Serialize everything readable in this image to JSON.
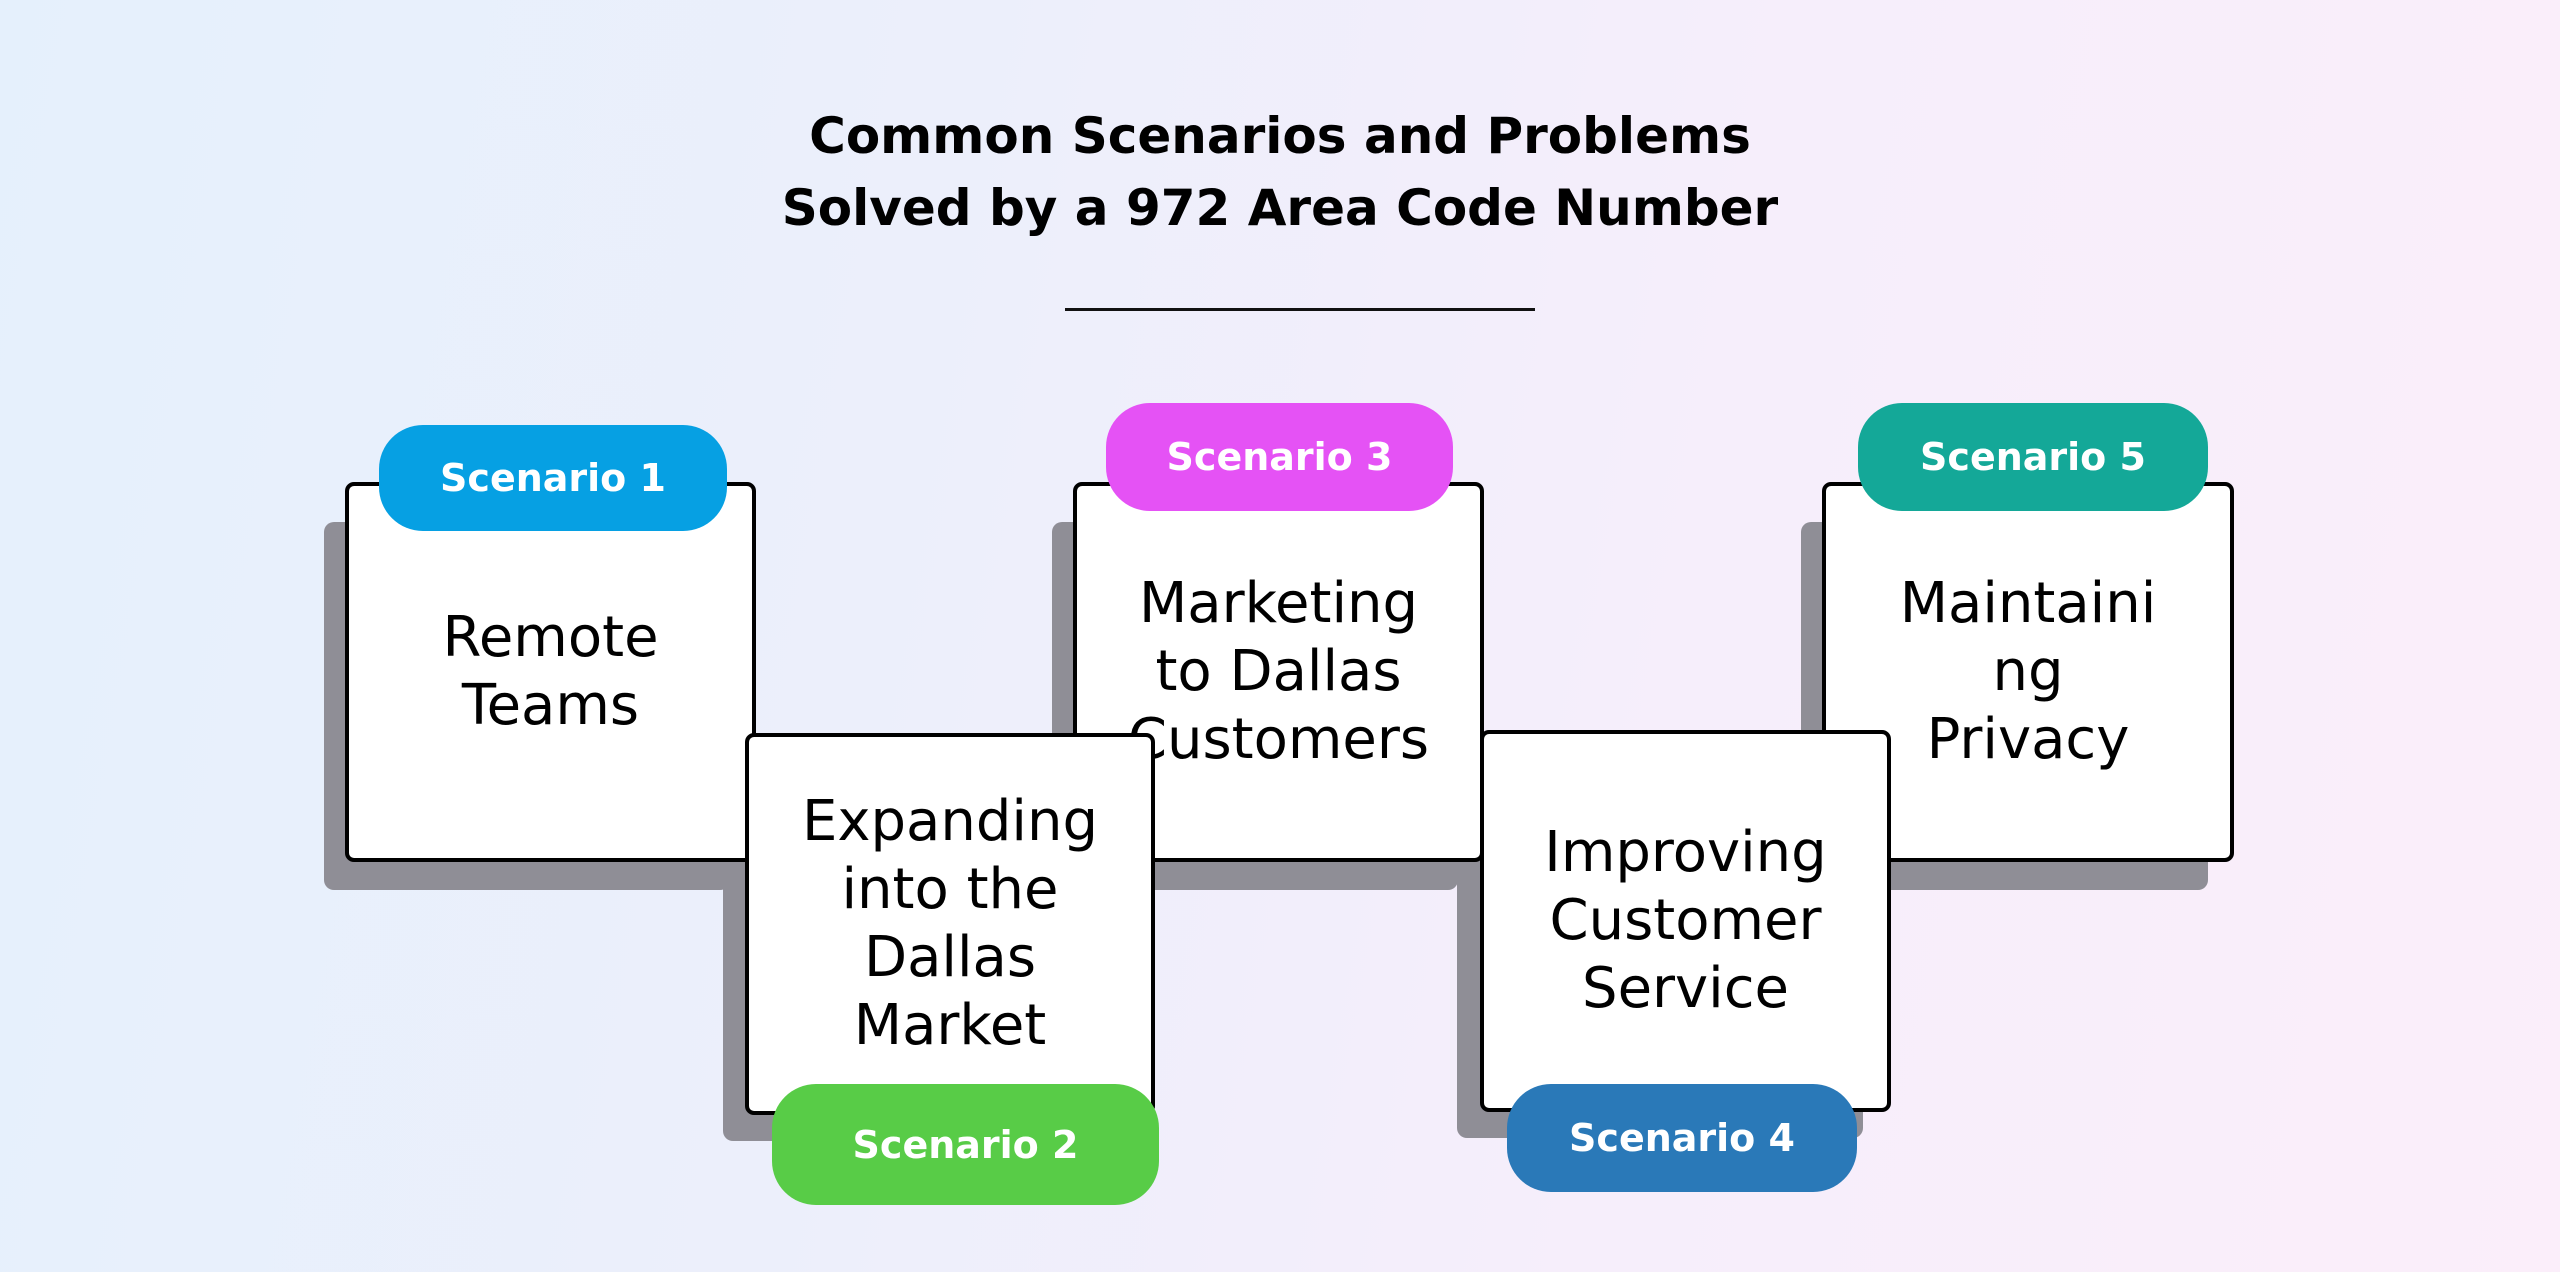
{
  "title": {
    "line1": "Common Scenarios and Problems",
    "line2": "Solved by a 972 Area Code Number"
  },
  "scenarios": [
    {
      "badge": "Scenario 1",
      "color": "#06a0e3",
      "lines": [
        "Remote",
        "Teams"
      ]
    },
    {
      "badge": "Scenario 2",
      "color": "#58cc47",
      "lines": [
        "Expanding",
        "into the",
        "Dallas",
        "Market"
      ]
    },
    {
      "badge": "Scenario 3",
      "color": "#e552f5",
      "lines": [
        "Marketing",
        "to Dallas",
        "Customers"
      ]
    },
    {
      "badge": "Scenario 4",
      "color": "#2a79b8",
      "lines": [
        "Improving",
        "Customer",
        "Service"
      ]
    },
    {
      "badge": "Scenario 5",
      "color": "#14a898",
      "lines": [
        "Maintaini",
        "ng",
        "Privacy"
      ]
    }
  ]
}
